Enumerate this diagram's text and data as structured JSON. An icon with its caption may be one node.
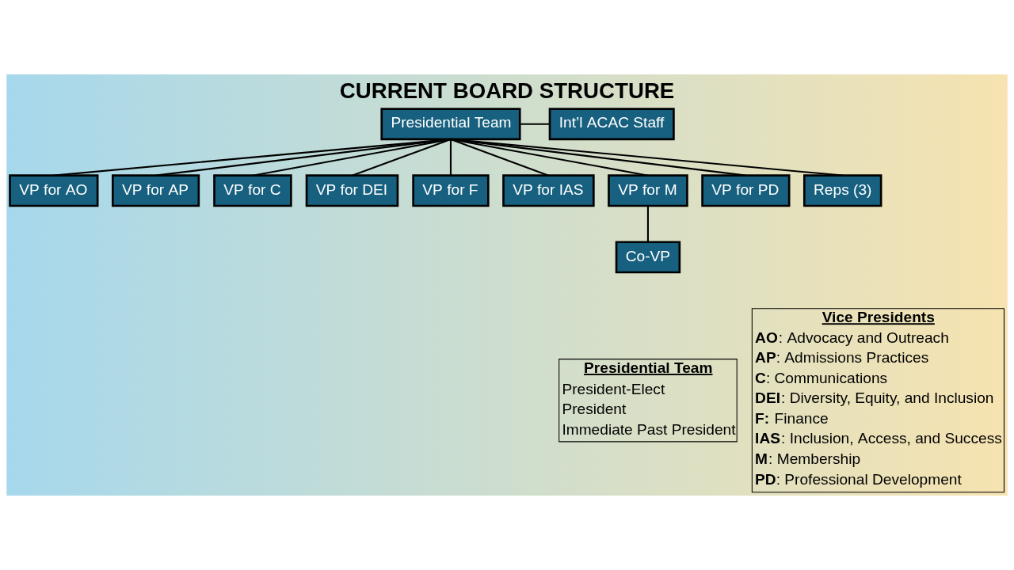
{
  "diagram": {
    "title": "CURRENT BOARD STRUCTURE",
    "nodes": [
      {
        "text": [
          "Presidential Team"
        ]
      },
      {
        "text": [
          "Int’l ACAC Staff"
        ]
      },
      {
        "text": [
          "VP for AO"
        ]
      },
      {
        "text": [
          "VP for AP"
        ]
      },
      {
        "text": [
          "VP for C"
        ]
      },
      {
        "text": [
          "VP for DEI"
        ]
      },
      {
        "text": [
          "VP for F"
        ]
      },
      {
        "text": [
          "VP for IAS"
        ]
      },
      {
        "text": [
          "VP for M"
        ]
      },
      {
        "text": [
          "VP for PD"
        ]
      },
      {
        "text": [
          "Reps (3)"
        ]
      },
      {
        "text": [
          "Co-VP"
        ]
      },
      {
        "text": [
          "Presidential Team",
          "President-Elect",
          "President",
          "Immediate Past President"
        ]
      },
      {
        "text": [
          "Vice Presidents",
          "**AO**: Advocacy and Outreach",
          "**AP**: Admissions Practices",
          "**C**: Communications",
          "**DEI**: Diversity, Equity, and Inclusion",
          "**F:** Finance",
          "**IAS**: Inclusion, Access, and Success",
          "**M**: Membership",
          "**PD**: Professional Development"
        ]
      }
    ],
    "edges": [
      {
        "from": 0,
        "to": 1,
        "arrow": "none"
      },
      {
        "from": 0,
        "to": 2,
        "arrow": "none"
      },
      {
        "from": 0,
        "to": 3,
        "arrow": "none"
      },
      {
        "from": 0,
        "to": 4,
        "arrow": "none"
      },
      {
        "from": 0,
        "to": 5,
        "arrow": "none"
      },
      {
        "from": 0,
        "to": 6,
        "arrow": "none"
      },
      {
        "from": 0,
        "to": 7,
        "arrow": "none"
      },
      {
        "from": 0,
        "to": 8,
        "arrow": "none"
      },
      {
        "from": 0,
        "to": 9,
        "arrow": "none"
      },
      {
        "from": 0,
        "to": 10,
        "arrow": "none"
      },
      {
        "from": 8,
        "to": 11,
        "arrow": "none"
      }
    ]
  }
}
